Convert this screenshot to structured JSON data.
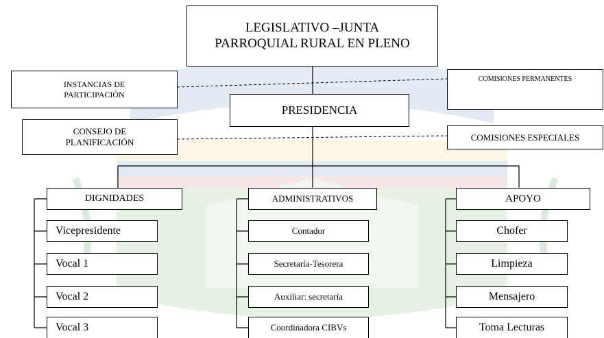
{
  "top": {
    "line1": "LEGISLATIVO –JUNTA",
    "line2": "PARROQUIAL RURAL EN PLENO"
  },
  "presidencia": "PRESIDENCIA",
  "left_side": {
    "participacion": {
      "line1": "INSTANCIAS DE",
      "line2": "PARTICIPACIÓN"
    },
    "consejo": {
      "line1": "CONSEJO DE",
      "line2": "PLANIFICACIÓN"
    }
  },
  "right_side": {
    "permanentes": "COMISIONES PERMANENTES",
    "especiales": "COMISIONES ESPECIALES"
  },
  "groups": {
    "dignidades": {
      "title": "DIGNIDADES",
      "items": [
        "Vicepresidente",
        "Vocal 1",
        "Vocal 2",
        "Vocal 3"
      ]
    },
    "administrativos": {
      "title": "ADMINISTRATIVOS",
      "items": [
        "Contador",
        "Secretaría-Tesorera",
        "Auxiliar: secretaría",
        "Coordinadora CIBVs"
      ]
    },
    "apoyo": {
      "title": "APOYO",
      "items": [
        "Chofer",
        "Limpieza",
        "Mensajero",
        "Toma Lecturas"
      ]
    }
  },
  "colors": {
    "watermark_blue": "#9bb8d8",
    "watermark_green": "#a9d3a0",
    "watermark_yellow": "#f3e6a0",
    "watermark_red": "#e7a3a3"
  }
}
